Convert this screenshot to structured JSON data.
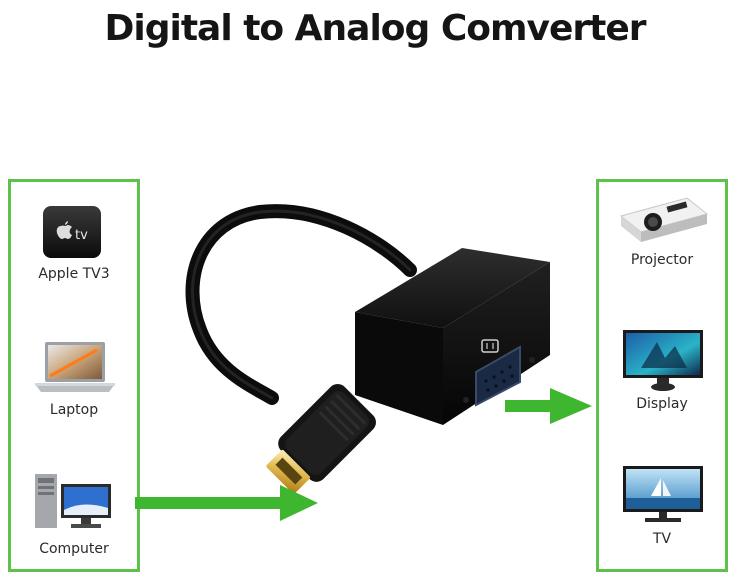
{
  "title": "Digital to Analog Comverter",
  "colors": {
    "frame": "#5cc24a",
    "arrow": "#3fb62f",
    "device_body": "#111111"
  },
  "sources": [
    {
      "label": "Apple TV3",
      "icon": "apple-tv-icon",
      "badge": "tv"
    },
    {
      "label": "Laptop",
      "icon": "laptop-icon"
    },
    {
      "label": "Computer",
      "icon": "computer-icon"
    }
  ],
  "outputs": [
    {
      "label": "Projector",
      "icon": "projector-icon"
    },
    {
      "label": "Display",
      "icon": "display-icon"
    },
    {
      "label": "TV",
      "icon": "tv-icon"
    }
  ]
}
